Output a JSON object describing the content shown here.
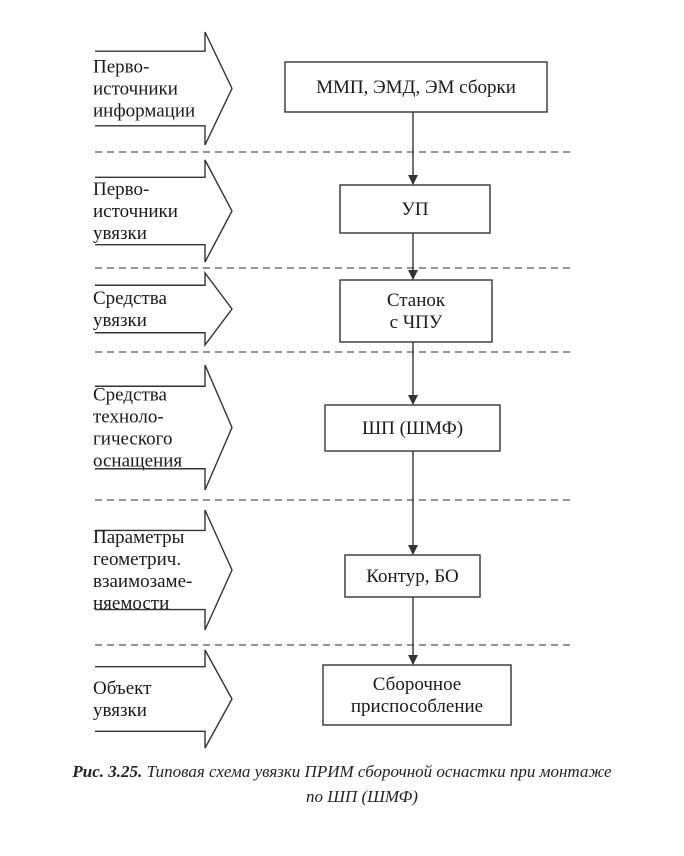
{
  "stages": [
    {
      "side": [
        "Перво-",
        "источники",
        "информации"
      ],
      "box": [
        "ММП, ЭМД, ЭМ сборки"
      ]
    },
    {
      "side": [
        "Перво-",
        "источники",
        "увязки"
      ],
      "box": [
        "УП"
      ]
    },
    {
      "side": [
        "Средства",
        "увязки"
      ],
      "box": [
        "Станок",
        "с ЧПУ"
      ]
    },
    {
      "side": [
        "Средства",
        "техноло-",
        "гического",
        "оснащения"
      ],
      "box": [
        "ШП (ШМФ)"
      ]
    },
    {
      "side": [
        "Параметры",
        "геометрич.",
        "взаимозаме-",
        "няемости"
      ],
      "box": [
        "Контур, БО"
      ]
    },
    {
      "side": [
        "Объект",
        "увязки"
      ],
      "box": [
        "Сборочное",
        "приспособление"
      ]
    }
  ],
  "caption": {
    "label": "Рис. 3.25.",
    "line1": "Типовая схема увязки ПРИМ сборочной оснастки при монтаже",
    "line2": "по ШП (ШМФ)"
  }
}
